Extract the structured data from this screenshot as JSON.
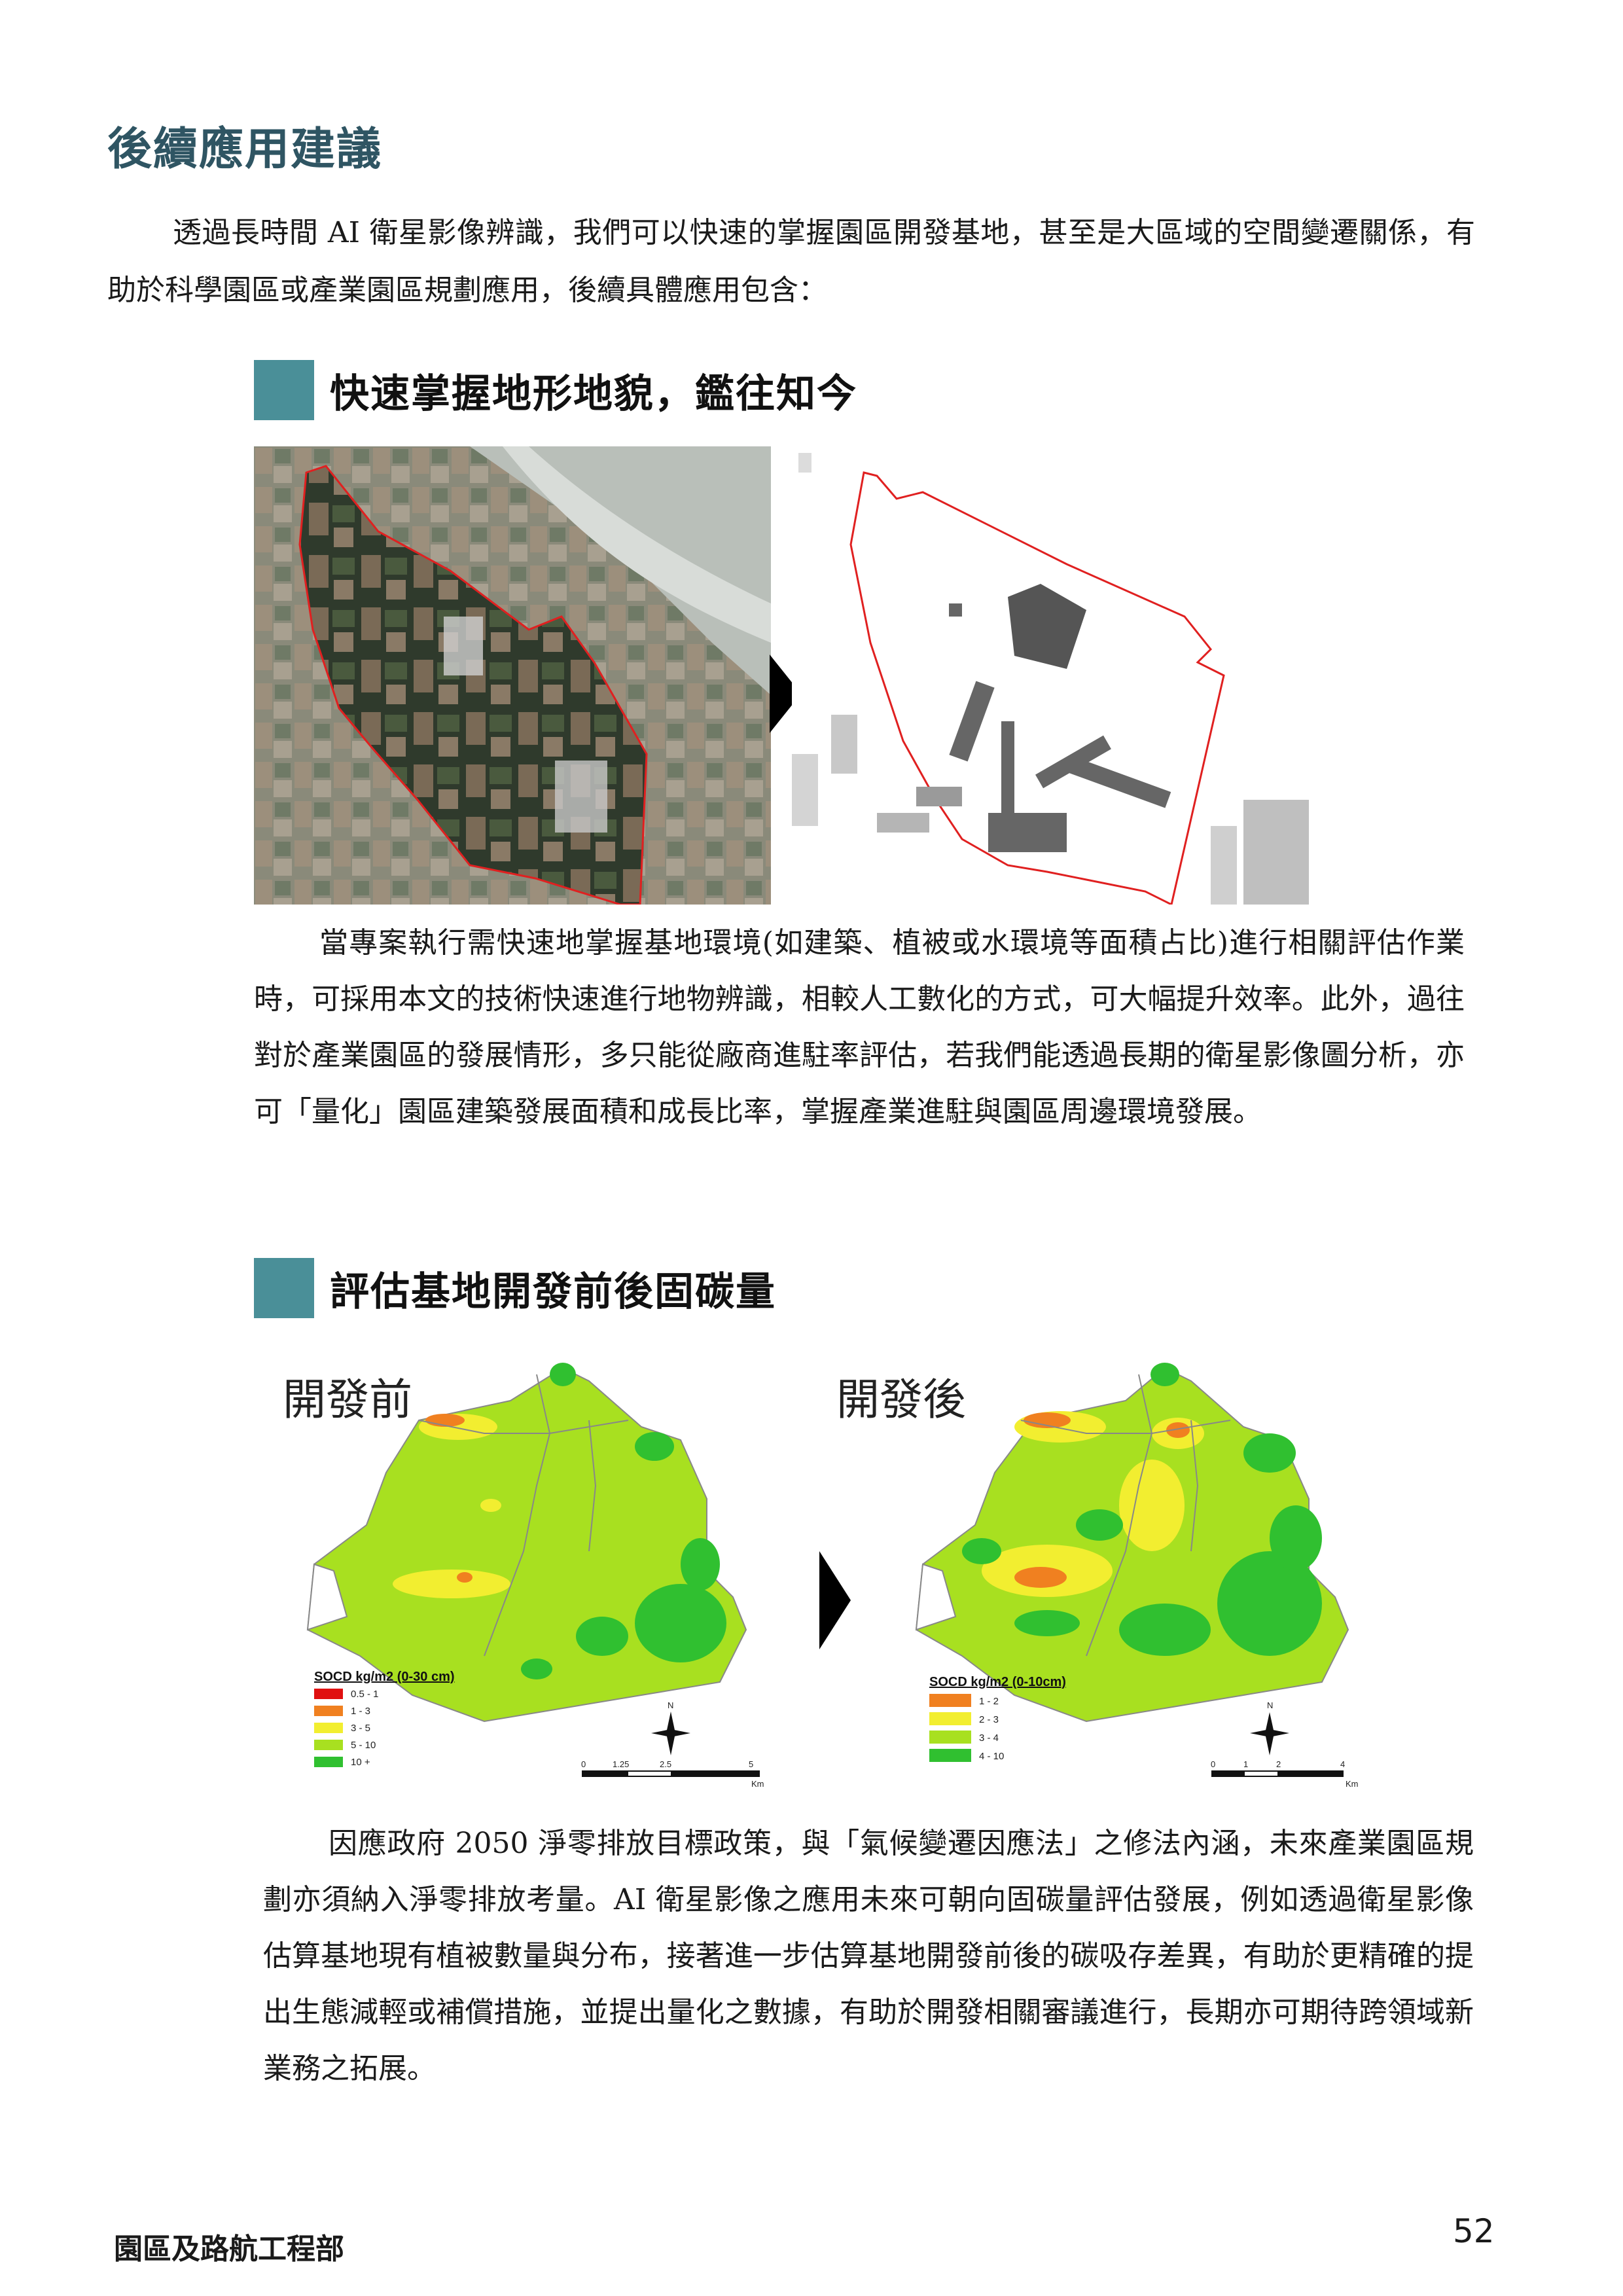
{
  "title": "後續應用建議",
  "intro": "透過長時間 AI 衛星影像辨識，我們可以快速的掌握園區開發基地，甚至是大區域的空間變遷關係，有助於科學園區或產業園區規劃應用，後續具體應用包含：",
  "section1": {
    "heading": "快速掌握地形地貌，鑑往知今",
    "paragraph": "當專案執行需快速地掌握基地環境(如建築、植被或水環境等面積占比)進行相關評估作業時，可採用本文的技術快速進行地物辨識，相較人工數化的方式，可大幅提升效率。此外，過往對於產業園區的發展情形，多只能從廠商進駐率評估，若我們能透過長期的衛星影像圖分析，亦可「量化」園區建築發展面積和成長比率，掌握產業進駐與園區周邊環境發展。"
  },
  "section2": {
    "heading": "評估基地開發前後固碳量",
    "before_label": "開發前",
    "after_label": "開發後",
    "legend_before": {
      "title": "SOCD kg/m2 (0-30 cm)",
      "items": [
        "0.5 - 1",
        "1 - 3",
        "3 - 5",
        "5 - 10",
        "10 +"
      ]
    },
    "legend_after": {
      "title": "SOCD kg/m2 (0-10cm)",
      "items": [
        "1 - 2",
        "2 - 3",
        "3 - 4",
        "4 - 10"
      ]
    },
    "scale_before": [
      "0",
      "1.25",
      "2.5",
      "5",
      "Km"
    ],
    "scale_after": [
      "0",
      "1",
      "2",
      "4",
      "Km"
    ],
    "north": "N",
    "paragraph": "因應政府 2050 淨零排放目標政策，與「氣候變遷因應法」之修法內涵，未來產業園區規劃亦須納入淨零排放考量。AI 衛星影像之應用未來可朝向固碳量評估發展，例如透過衛星影像估算基地現有植被數量與分布，接著進一步估算基地開發前後的碳吸存差異，有助於更精確的提出生態減輕或補償措施，並提出量化之數據，有助於開發相關審議進行，長期亦可期待跨領域新業務之拓展。"
  },
  "colors": {
    "accent": "#4a8f98",
    "title": "#2f5563",
    "boundary": "#e02020",
    "legend_before": [
      "#e01010",
      "#f08020",
      "#f2ee30",
      "#a8e020",
      "#30c030"
    ],
    "legend_after": [
      "#f08020",
      "#f2ee30",
      "#a8e020",
      "#30c030"
    ]
  },
  "footer": {
    "department": "園區及路航工程部",
    "page_number": "52"
  }
}
